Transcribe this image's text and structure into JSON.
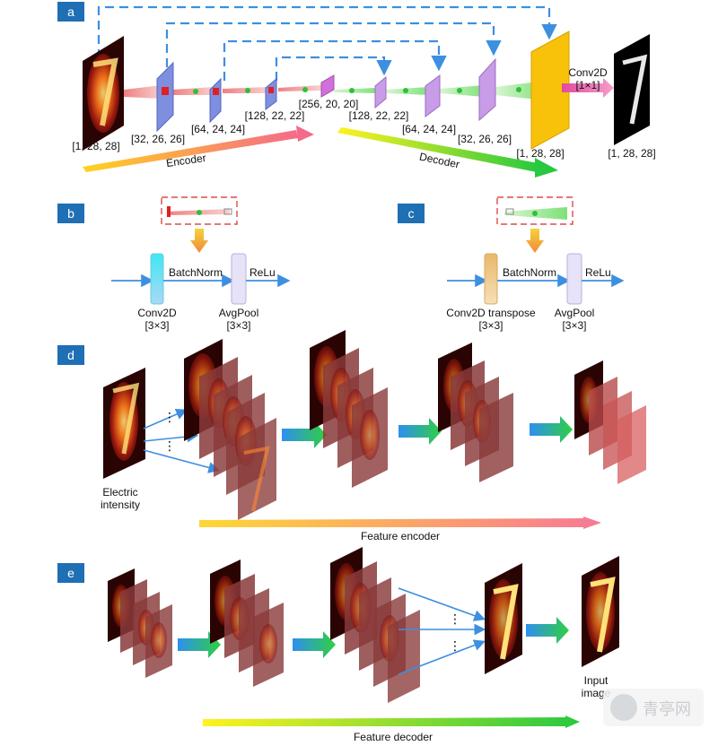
{
  "panels": {
    "a": "a",
    "b": "b",
    "c": "c",
    "d": "d",
    "e": "e"
  },
  "panel_a": {
    "input_shape": "[1, 28, 28]",
    "enc_shapes": [
      "[32, 26, 26]",
      "[64, 24, 24]",
      "[128, 22, 22]"
    ],
    "bottleneck_shape": "[256, 20, 20]",
    "dec_shapes": [
      "[128, 22, 22]",
      "[64, 24, 24]",
      "[32, 26, 26]"
    ],
    "pre_output_shape": "[1, 28, 28]",
    "conv_label": "Conv2D\n[1×1]",
    "output_shape": "[1, 28, 28]",
    "encoder_label": "Encoder",
    "decoder_label": "Decoder"
  },
  "panel_b": {
    "layer1": "Conv2D\n[3×3]",
    "norm": "BatchNorm",
    "layer2": "AvgPool\n[3×3]",
    "act": "ReLu"
  },
  "panel_c": {
    "layer1": "Conv2D transpose\n[3×3]",
    "norm": "BatchNorm",
    "layer2": "AvgPool\n[3×3]",
    "act": "ReLu"
  },
  "panel_d": {
    "input_label": "Electric\nintensity",
    "caption": "Feature encoder"
  },
  "panel_e": {
    "output_label": "Input\nimage",
    "caption": "Feature decoder"
  },
  "watermark_text": "青亭网",
  "colors": {
    "badge": "#1f6fb5",
    "skip_arrow": "#3d8fe0",
    "encoder_block": "#7f8fe0",
    "decoder_block": "#c99ce8",
    "output_block": "#f9c20a"
  }
}
